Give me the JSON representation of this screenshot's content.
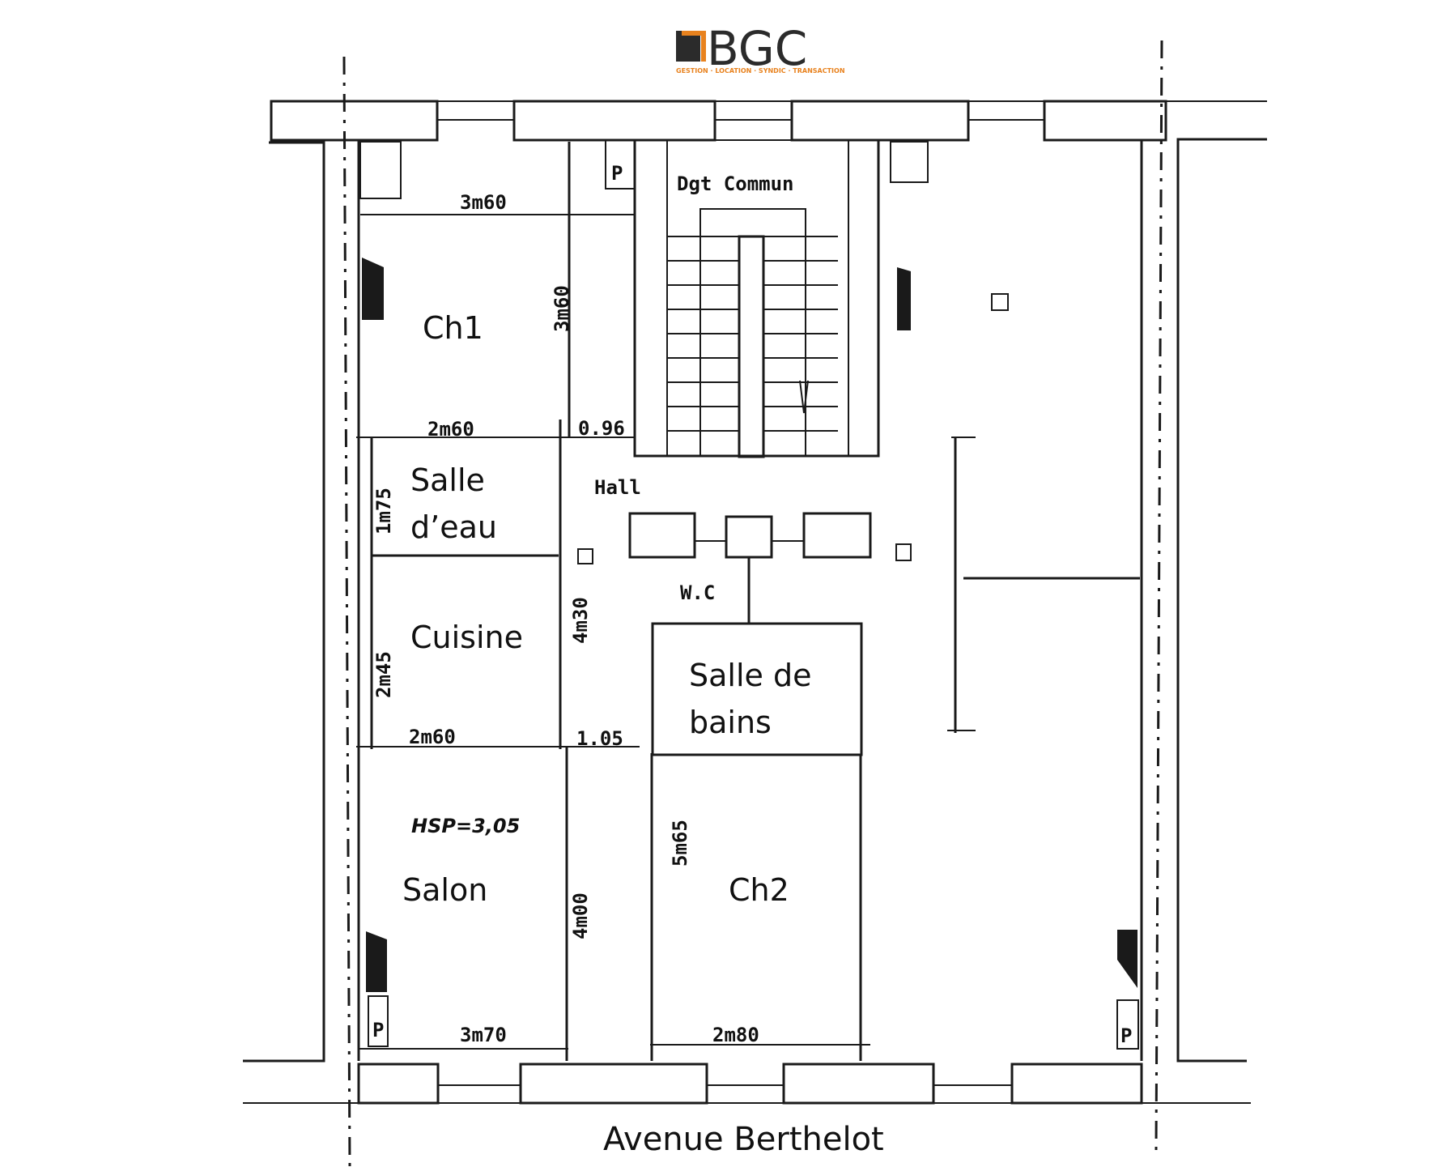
{
  "logo": {
    "name": "BGC",
    "tagline": "GESTION · LOCATION · SYNDIC · TRANSACTION",
    "accent_color": "#e8821e",
    "dark_color": "#2b2b2b"
  },
  "rooms": {
    "ch1": "Ch1",
    "salle_eau_line1": "Salle",
    "salle_eau_line2": "d’eau",
    "cuisine": "Cuisine",
    "salle_bains_line1": "Salle de",
    "salle_bains_line2": "bains",
    "salon": "Salon",
    "ch2": "Ch2"
  },
  "labels": {
    "dgt_commun": "Dgt   Commun",
    "hall": "Hall",
    "wc": "W.C",
    "p_top": "P",
    "p_bottom_left": "P",
    "p_bottom_right": "P",
    "hsp": "HSP=3,05"
  },
  "dimensions": {
    "ch1_width": "3m60",
    "ch1_height": "3m60",
    "ch1_bottom": "2m60",
    "passage_top": "0.96",
    "salle_eau_height": "1m75",
    "cuisine_height": "2m45",
    "cuisine_bottom": "2m60",
    "passage_mid": "1.05",
    "hall_height": "4m30",
    "salon_height": "4m00",
    "salon_width": "3m70",
    "ch2_height": "5m65",
    "ch2_width": "2m80"
  },
  "street": "Avenue Berthelot"
}
